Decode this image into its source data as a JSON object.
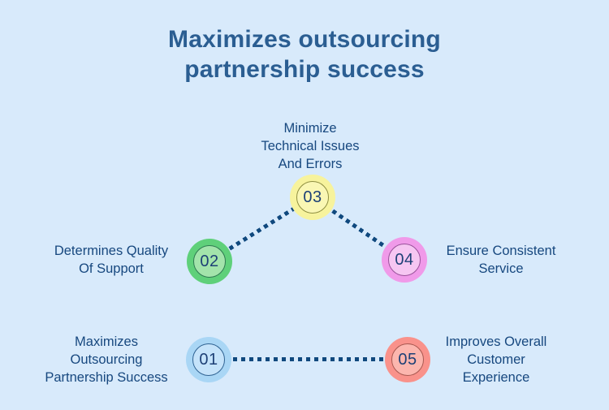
{
  "title": {
    "text": "Maximizes outsourcing\npartnership success"
  },
  "colors": {
    "background": "#d8eafb",
    "title": "#2b5e92",
    "label": "#17487f",
    "number": "#1d4076",
    "dots": "#10497e"
  },
  "nodes": [
    {
      "number": "01",
      "label": "Maximizes\nOutsourcing\nPartnership Success",
      "fill": "#a9d6f5",
      "inner": "#c5e3fa",
      "ring": "#2f6292"
    },
    {
      "number": "02",
      "label": "Determines Quality\nOf Support",
      "fill": "#5fd07a",
      "inner": "#a3e4ab",
      "ring": "#2f7a52"
    },
    {
      "number": "03",
      "label": "Minimize\nTechnical Issues\nAnd Errors",
      "fill": "#f7f39d",
      "inner": "#faf7b4",
      "ring": "#8f8f42"
    },
    {
      "number": "04",
      "label": "Ensure Consistent\nService",
      "fill": "#f09ae9",
      "inner": "#f6c6f2",
      "ring": "#99519a"
    },
    {
      "number": "05",
      "label": "Improves Overall\nCustomer\nExperience",
      "fill": "#f9928b",
      "inner": "#fcb6ae",
      "ring": "#a85850"
    }
  ]
}
